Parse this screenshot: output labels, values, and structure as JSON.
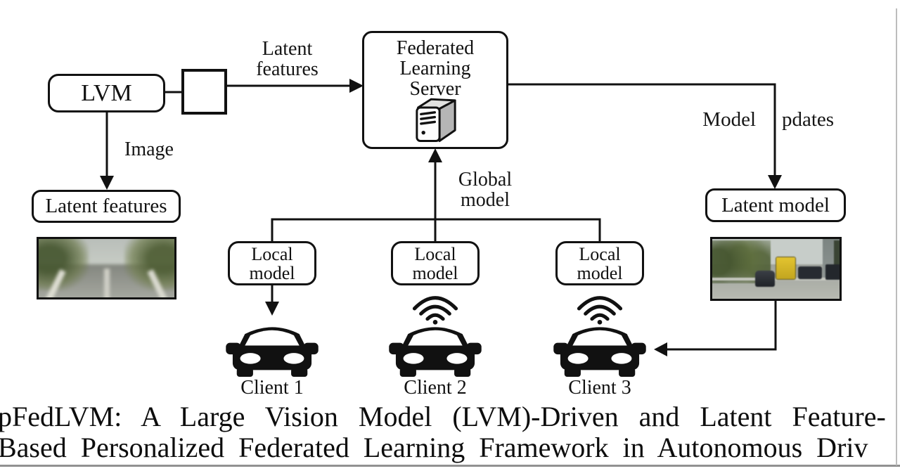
{
  "figure": {
    "nodes": {
      "lvm": {
        "label": "LVM"
      },
      "server": {
        "line1": "Federated",
        "line2": "Learning",
        "line3": "Server"
      },
      "latent_features_box": {
        "label": "Latent features"
      },
      "latent_model_box": {
        "label": "Latent model"
      },
      "local_models": [
        {
          "line1": "Local",
          "line2": "model"
        },
        {
          "line1": "Local",
          "line2": "model"
        },
        {
          "line1": "Local",
          "line2": "model"
        }
      ]
    },
    "edge_labels": {
      "latent_features": {
        "line1": "Latent",
        "line2": "features"
      },
      "image": "Image",
      "global_model": {
        "line1": "Global",
        "line2": "model"
      },
      "model_updates": {
        "left": "Model",
        "right": "pdates"
      }
    },
    "clients": [
      {
        "label": "Client 1"
      },
      {
        "label": "Client 2"
      },
      {
        "label": "Client 3"
      }
    ]
  },
  "caption": {
    "line1": "pFedLVM: A Large Vision Model (LVM)-Driven and Latent Feature-",
    "line2": "Based Personalized Federated Learning Framework in Autonomous Driv"
  },
  "colors": {
    "line": "#111111",
    "server_side_gray": "#b5b5b5",
    "server_top_gray": "#e2e2e0",
    "van_yellow": "#d4b62c",
    "tree_green": "#55663c",
    "divider_gray": "#919191"
  }
}
